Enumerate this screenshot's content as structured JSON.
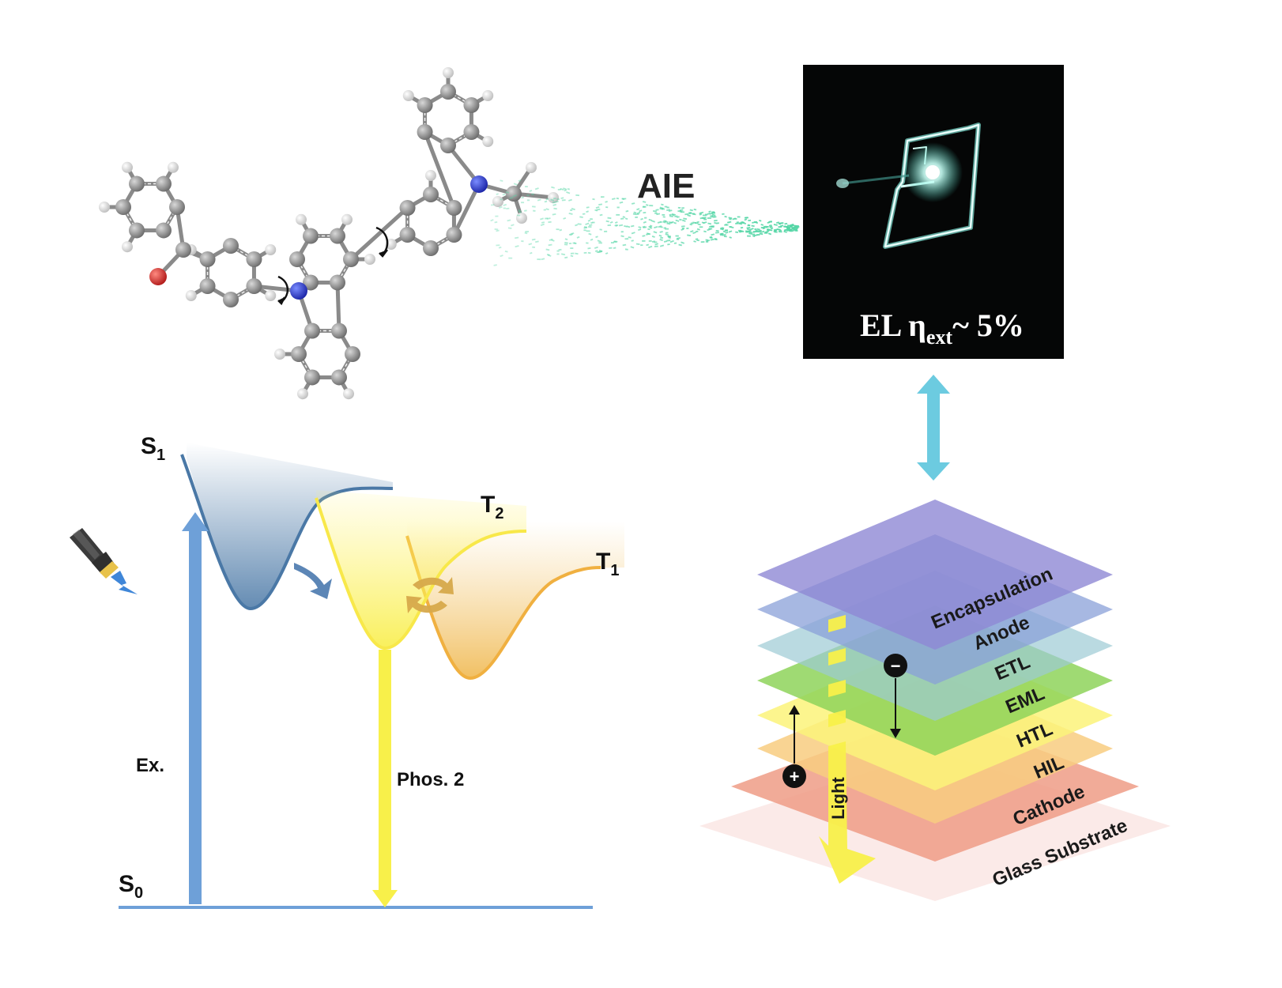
{
  "molecule": {
    "aie_label": "AIE"
  },
  "device_photo": {
    "label_main": "EL η",
    "label_sub": "ext",
    "label_tail": "~ 5%"
  },
  "energy_diagram": {
    "s1": {
      "letter": "S",
      "sub": "1"
    },
    "s0": {
      "letter": "S",
      "sub": "0"
    },
    "t2": {
      "letter": "T",
      "sub": "2"
    },
    "t1": {
      "letter": "T",
      "sub": "1"
    },
    "excitation_label": "Ex.",
    "phos_label": "Phos. 2"
  },
  "oled_stack": {
    "layers": [
      "Encapsulation",
      "Anode",
      "ETL",
      "EML",
      "HTL",
      "HIL",
      "Cathode",
      "Glass Substrate"
    ],
    "light_label": "Light",
    "electron_sign": "−",
    "hole_sign": "+"
  },
  "colors": {
    "s1_curve": "#4a78a6",
    "t2_curve": "#f7e84a",
    "t1_curve": "#f0b040",
    "arrow_blue": "#6ea0d8",
    "arrow_yellow": "#f8f04a",
    "double_arrow": "#6ccbe0"
  }
}
